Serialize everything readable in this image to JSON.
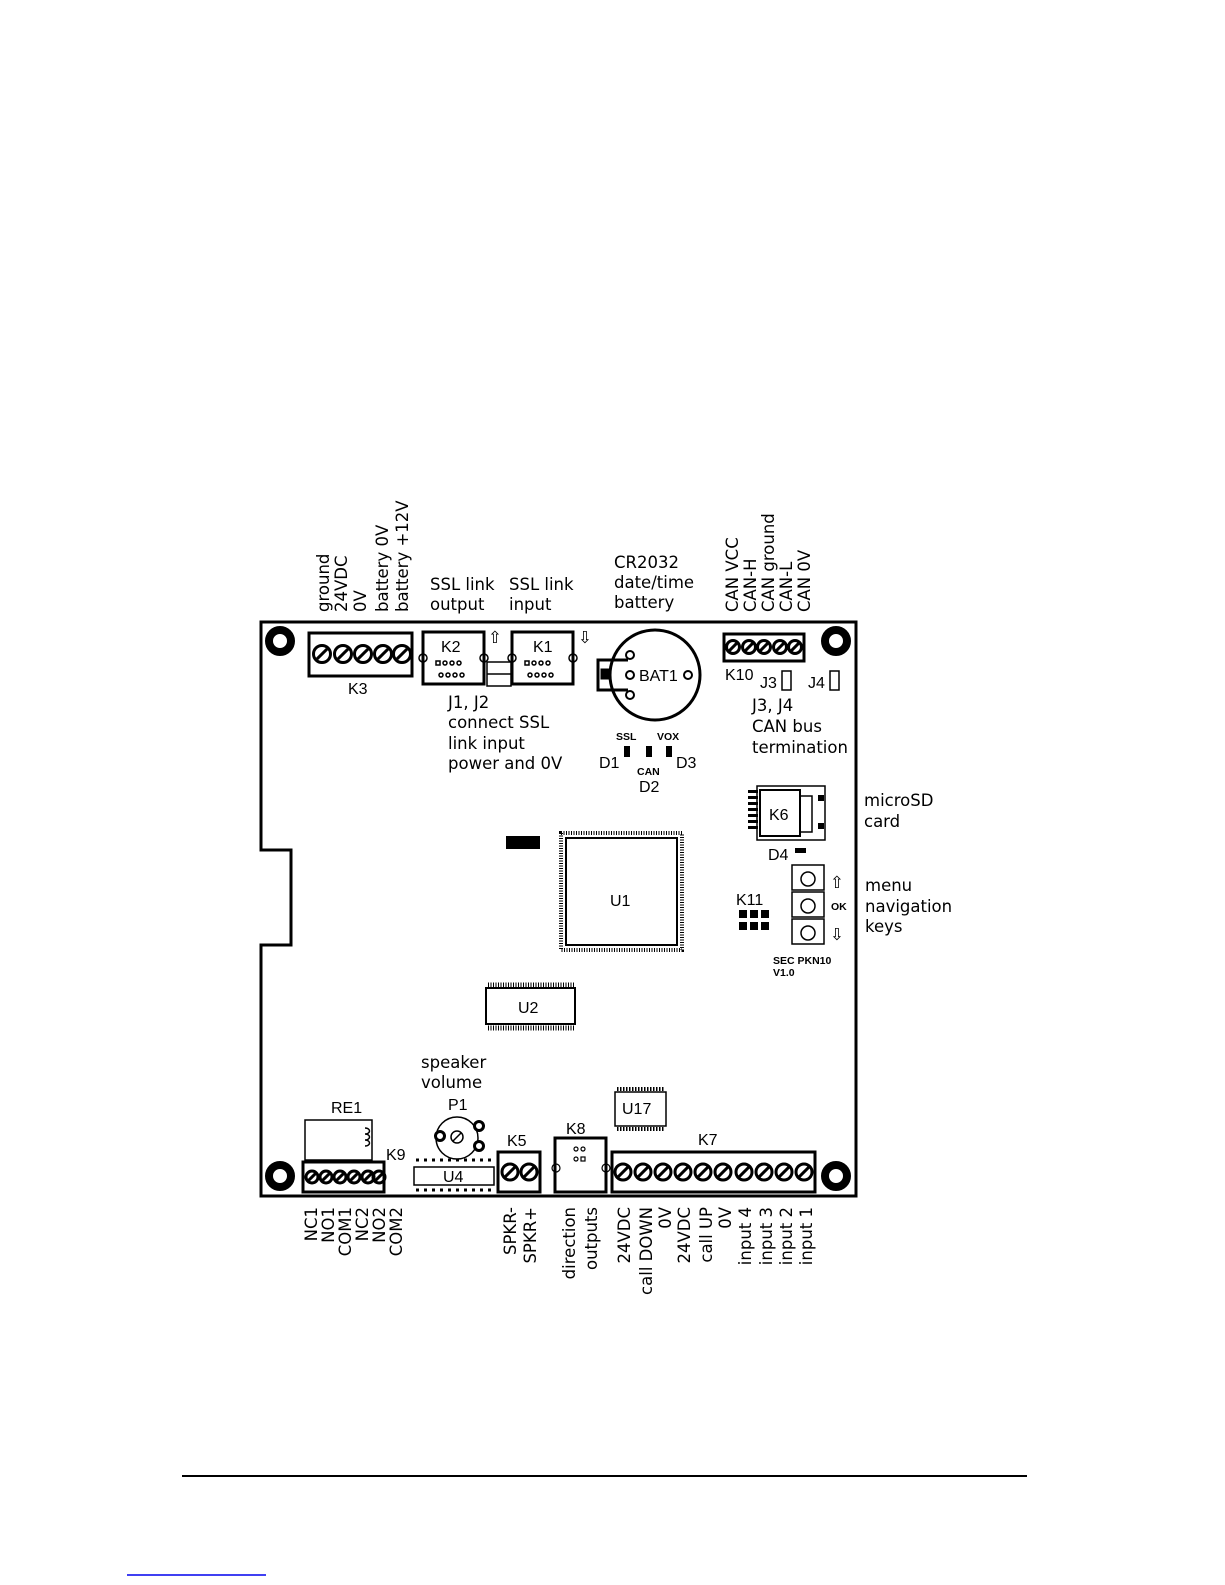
{
  "board": {
    "top_labels": {
      "k3_pins": [
        "ground",
        "24VDC",
        "0V",
        "battery 0V",
        "battery +12V"
      ],
      "ssl_out": [
        "SSL link",
        "output"
      ],
      "ssl_in": [
        "SSL link",
        "input"
      ],
      "battery": [
        "CR2032",
        "date/time",
        "battery"
      ],
      "k10_pins": [
        "CAN VCC",
        "CAN-H",
        "CAN ground",
        "CAN-L",
        "CAN 0V"
      ]
    },
    "components": {
      "K3": "K3",
      "K2": "K2",
      "K1": "K1",
      "BAT1": "BAT1",
      "K10": "K10",
      "J3": "J3",
      "J4": "J4",
      "D1": "D1",
      "D2": "D2",
      "D3": "D3",
      "SSL": "SSL",
      "VOX": "VOX",
      "CAN": "CAN",
      "K6": "K6",
      "D4": "D4",
      "U1": "U1",
      "K11": "K11",
      "U2": "U2",
      "P1": "P1",
      "RE1": "RE1",
      "K9": "K9",
      "U4": "U4",
      "K5": "K5",
      "K8": "K8",
      "U17": "U17",
      "K7": "K7",
      "OK": "OK",
      "model": [
        "SEC PKN10",
        "V1.0"
      ]
    },
    "notes": {
      "j1j2": [
        "J1, J2",
        "connect SSL",
        "link input",
        "power and 0V"
      ],
      "j3j4": [
        "J3, J4",
        "CAN bus",
        "termination"
      ],
      "microsd": [
        "microSD",
        "card"
      ],
      "menu": [
        "menu",
        "navigation",
        "keys"
      ],
      "speaker": [
        "speaker",
        "volume"
      ]
    },
    "bottom_labels": {
      "k9_pins": [
        "NC1",
        "NO1",
        "COM1",
        "NC2",
        "NO2",
        "COM2"
      ],
      "k5_pins": [
        "SPKR-",
        "SPKR+"
      ],
      "k8": [
        "direction",
        "outputs"
      ],
      "k7_pins": [
        "24VDC",
        "call DOWN",
        "0V",
        "24VDC",
        "call UP",
        "0V",
        "input 4",
        "input 3",
        "input 2",
        "input 1"
      ]
    }
  },
  "colors": {
    "link": "#0000ee"
  }
}
